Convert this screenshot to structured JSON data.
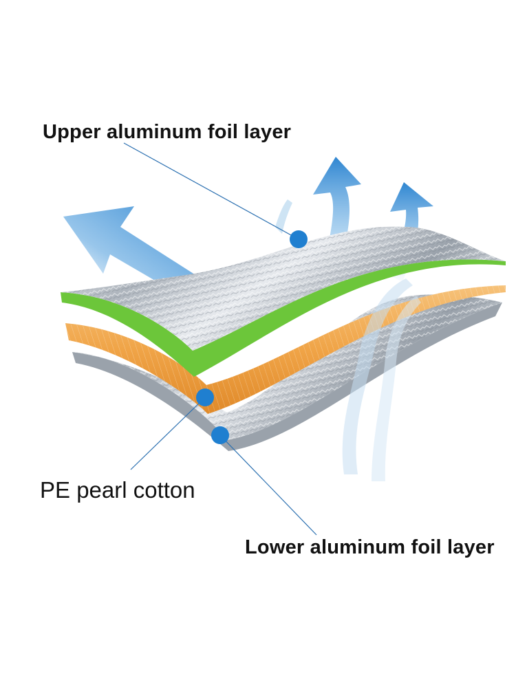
{
  "diagram": {
    "labels": {
      "upper": "Upper aluminum foil layer",
      "pe": "PE pearl cotton",
      "lower": "Lower aluminum foil layer"
    }
  },
  "colors": {
    "arrow": "#2f86d1",
    "callout_dot": "#1f7fd0",
    "leader_line": "#2a6fb0",
    "foam": "#f0a447",
    "green_edge": "#6cc63a",
    "foil": "#c9ced4"
  }
}
